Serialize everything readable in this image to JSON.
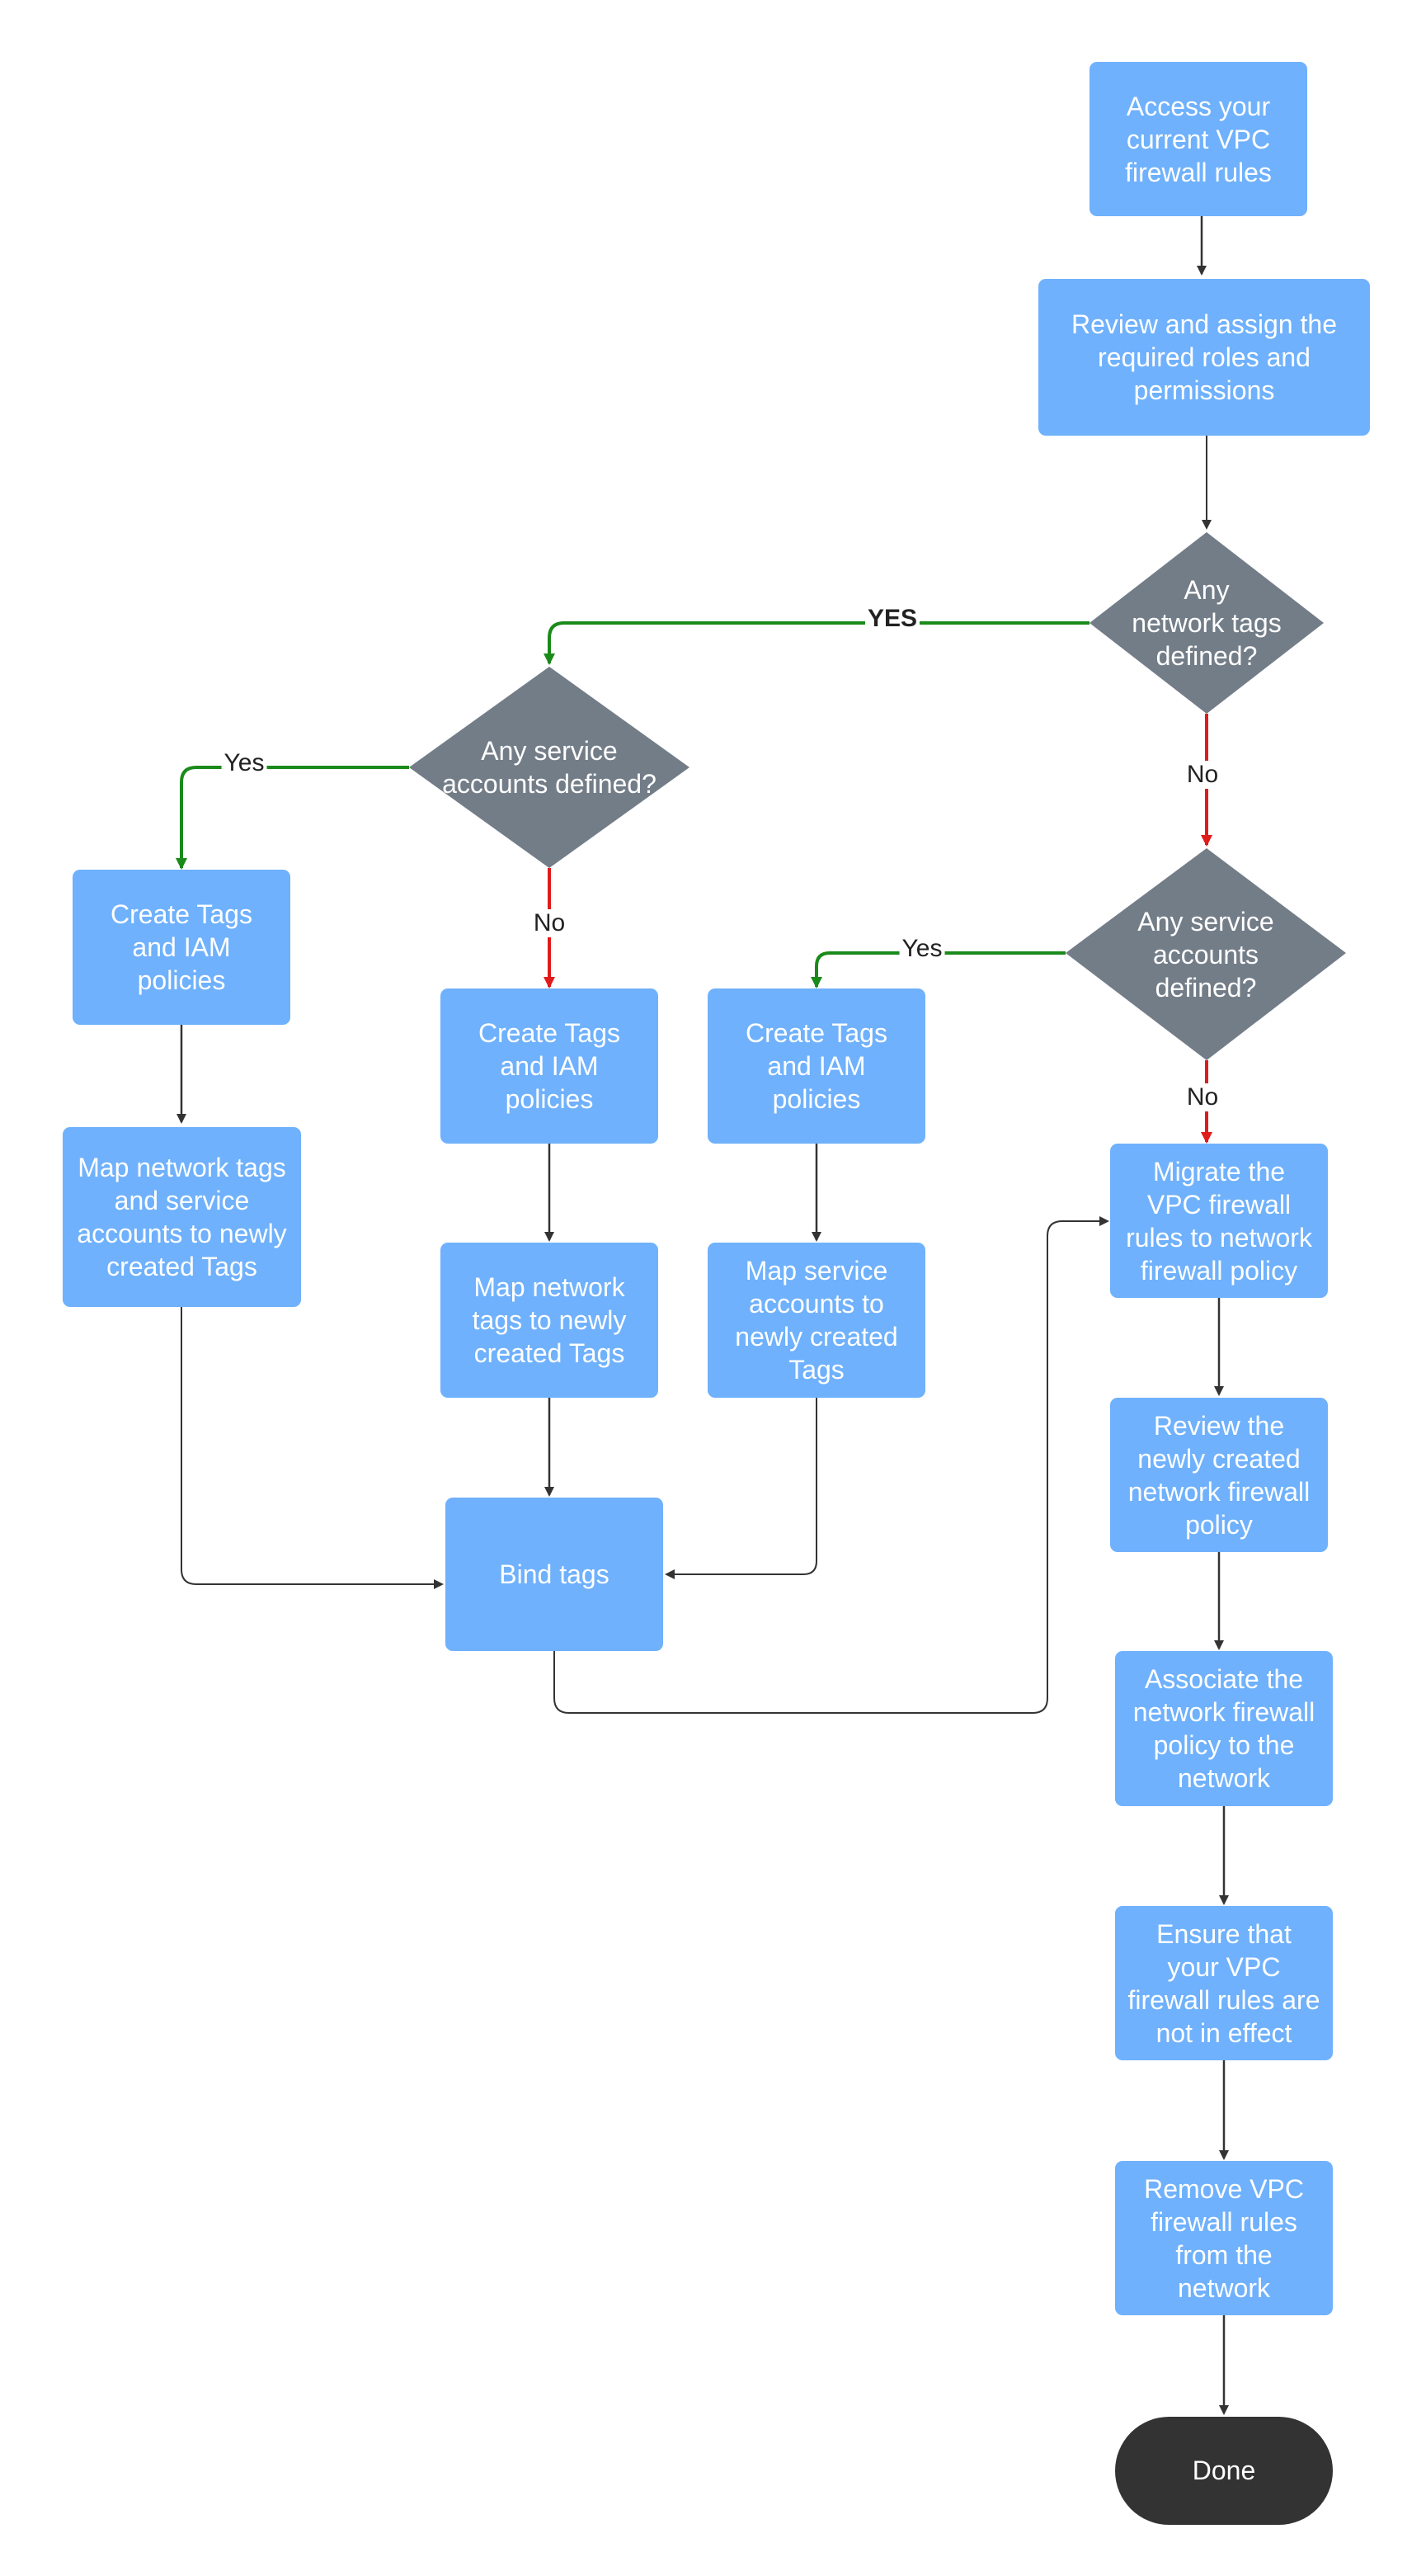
{
  "colors": {
    "process_fill": "#6fb1fc",
    "decision_fill": "#737d88",
    "terminal_fill": "#333333",
    "yes_edge": "#1a8a1a",
    "no_edge": "#e01b1b",
    "default_edge": "#333333"
  },
  "nodes": {
    "access_rules": "Access your\ncurrent VPC\nfirewall rules",
    "review_roles": "Review and assign the\nrequired roles and\npermissions",
    "q_network_tags": "Any\nnetwork tags\ndefined?",
    "q_sa_left": "Any service\naccounts defined?",
    "q_sa_right": "Any service\naccounts\ndefined?",
    "create_tags_a": "Create Tags\nand IAM\npolicies",
    "map_tags_sa": "Map network tags\nand service\naccounts to newly\ncreated Tags",
    "create_tags_b": "Create Tags\nand IAM\npolicies",
    "map_network_tags": "Map network\ntags to newly\ncreated Tags",
    "create_tags_c": "Create Tags\nand IAM\npolicies",
    "map_service_accounts": "Map service\naccounts  to\nnewly created\nTags",
    "bind_tags": "Bind tags",
    "migrate": "Migrate the\nVPC firewall\nrules to network\nfirewall policy",
    "review_policy": "Review the\nnewly created\nnetwork firewall\npolicy",
    "associate": "Associate the\nnetwork firewall\npolicy to the\nnetwork",
    "ensure": "Ensure that\nyour VPC\nfirewall rules are\nnot in effect",
    "remove": "Remove  VPC\nfirewall rules\nfrom the\nnetwork",
    "done": "Done"
  },
  "edge_labels": {
    "yes_network_tags": "YES",
    "no_network_tags": "No",
    "yes_sa_left": "Yes",
    "no_sa_left": "No",
    "yes_sa_right": "Yes",
    "no_sa_right": "No"
  }
}
